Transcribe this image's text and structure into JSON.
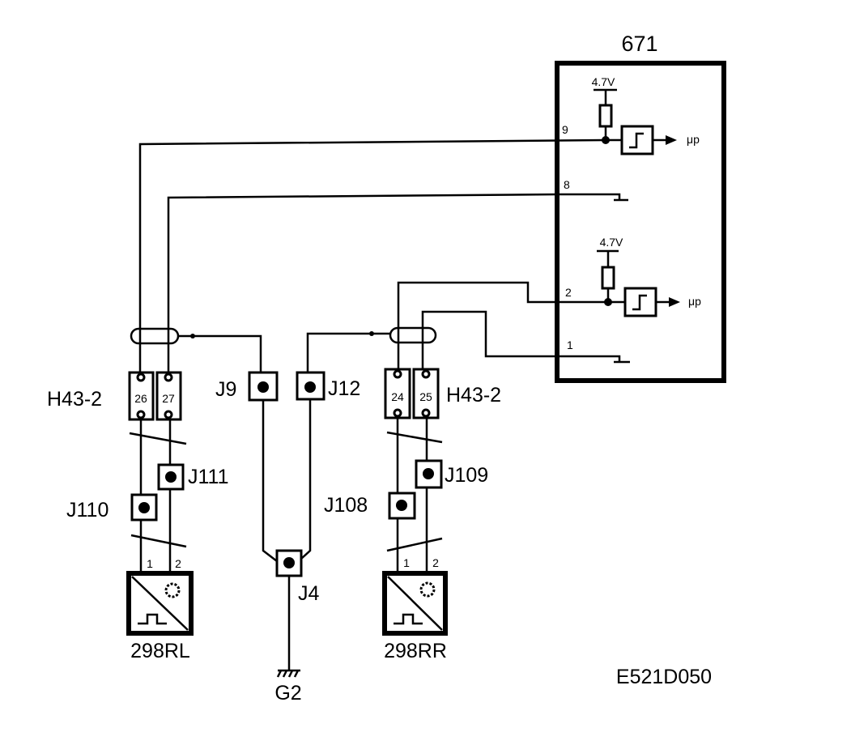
{
  "ecu": {
    "id": "671",
    "supply_top": "4.7V",
    "supply_bottom": "4.7V",
    "pin_9": "9",
    "pin_8": "8",
    "pin_2": "2",
    "pin_1": "1",
    "out_top": "μp",
    "out_bottom": "μp"
  },
  "connectors": {
    "h43_left": "H43-2",
    "h43_left_pin_a": "26",
    "h43_left_pin_b": "27",
    "h43_right": "H43-2",
    "h43_right_pin_a": "24",
    "h43_right_pin_b": "25"
  },
  "junctions": {
    "j9": "J9",
    "j12": "J12",
    "j111": "J111",
    "j110": "J110",
    "j108": "J108",
    "j109": "J109",
    "j4": "J4"
  },
  "sensors": {
    "left": "298RL",
    "right": "298RR",
    "left_pin_1": "1",
    "left_pin_2": "2",
    "right_pin_1": "1",
    "right_pin_2": "2"
  },
  "ground": "G2",
  "figure_code": "E521D050"
}
